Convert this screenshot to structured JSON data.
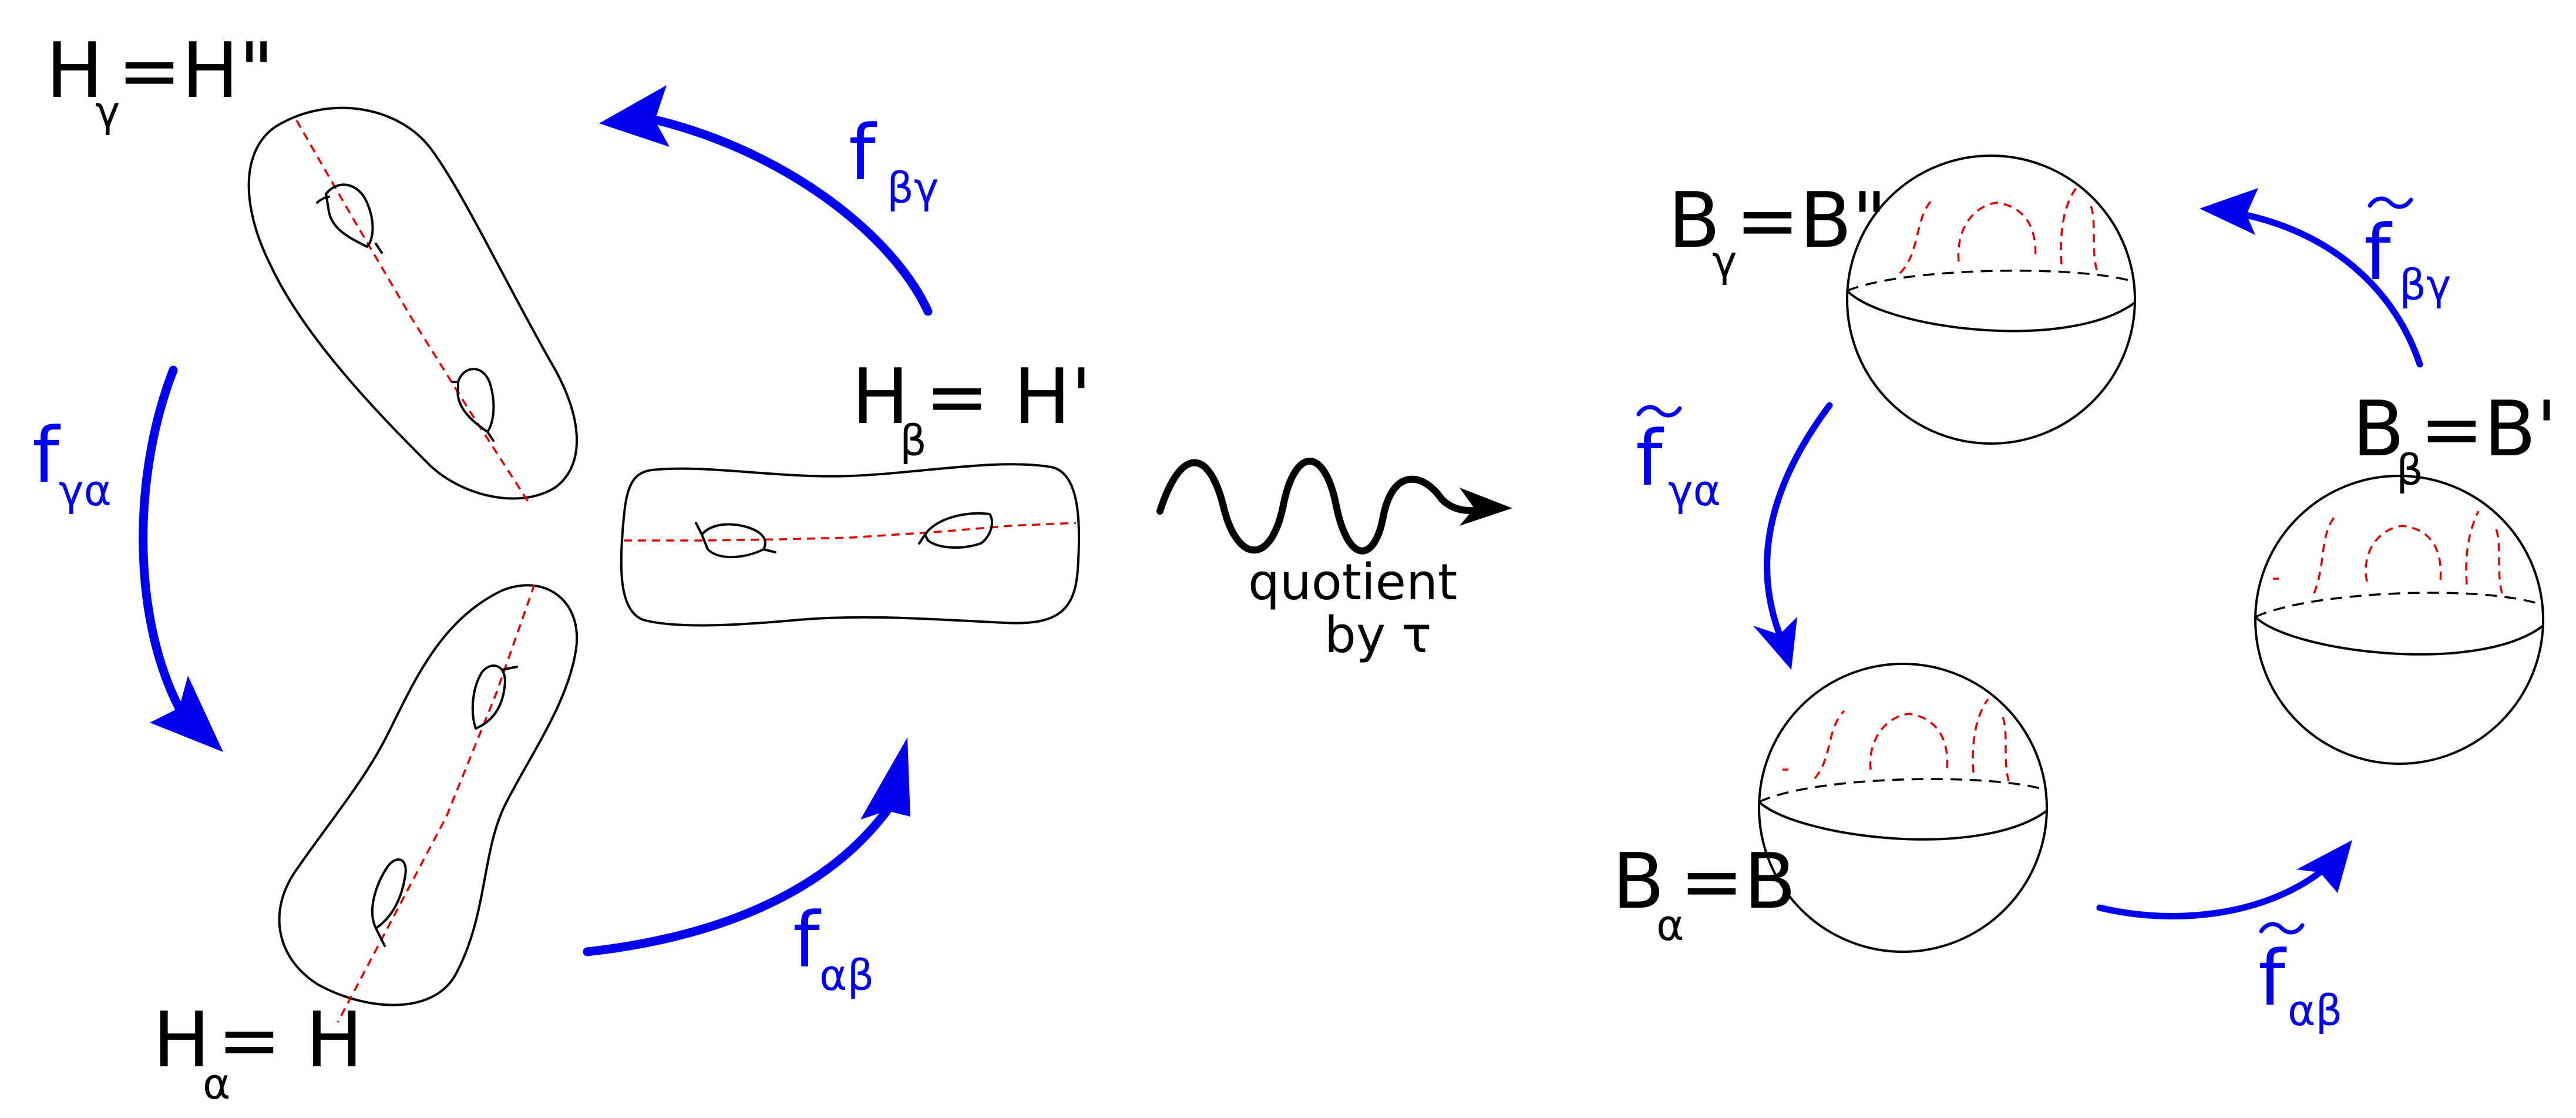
{
  "colors": {
    "arrow": "#0000ee",
    "seam": "#e00000",
    "outline": "#000000"
  },
  "left": {
    "labels": [
      {
        "base": "H",
        "sub": "γ",
        "rest": "=H\""
      },
      {
        "base": "H",
        "sub": "β",
        "rest": " = H'"
      },
      {
        "base": "H",
        "sub": "α",
        "rest": "= H"
      }
    ],
    "maps": [
      {
        "base": "f",
        "sub": "βγ"
      },
      {
        "base": "f",
        "sub": "γα"
      },
      {
        "base": "f",
        "sub": "αβ"
      }
    ]
  },
  "middle": {
    "caption_line1": "quotient",
    "caption_line2": "by τ"
  },
  "right": {
    "labels": [
      {
        "base": "B",
        "sub": "γ",
        "rest": "=B\""
      },
      {
        "base": "B",
        "sub": "β",
        "rest": "=B'"
      },
      {
        "base": "B",
        "sub": "α",
        "rest": "=B"
      }
    ],
    "maps": [
      {
        "base": "f",
        "sub": "βγ"
      },
      {
        "base": "f",
        "sub": "γα"
      },
      {
        "base": "f",
        "sub": "αβ"
      }
    ]
  }
}
